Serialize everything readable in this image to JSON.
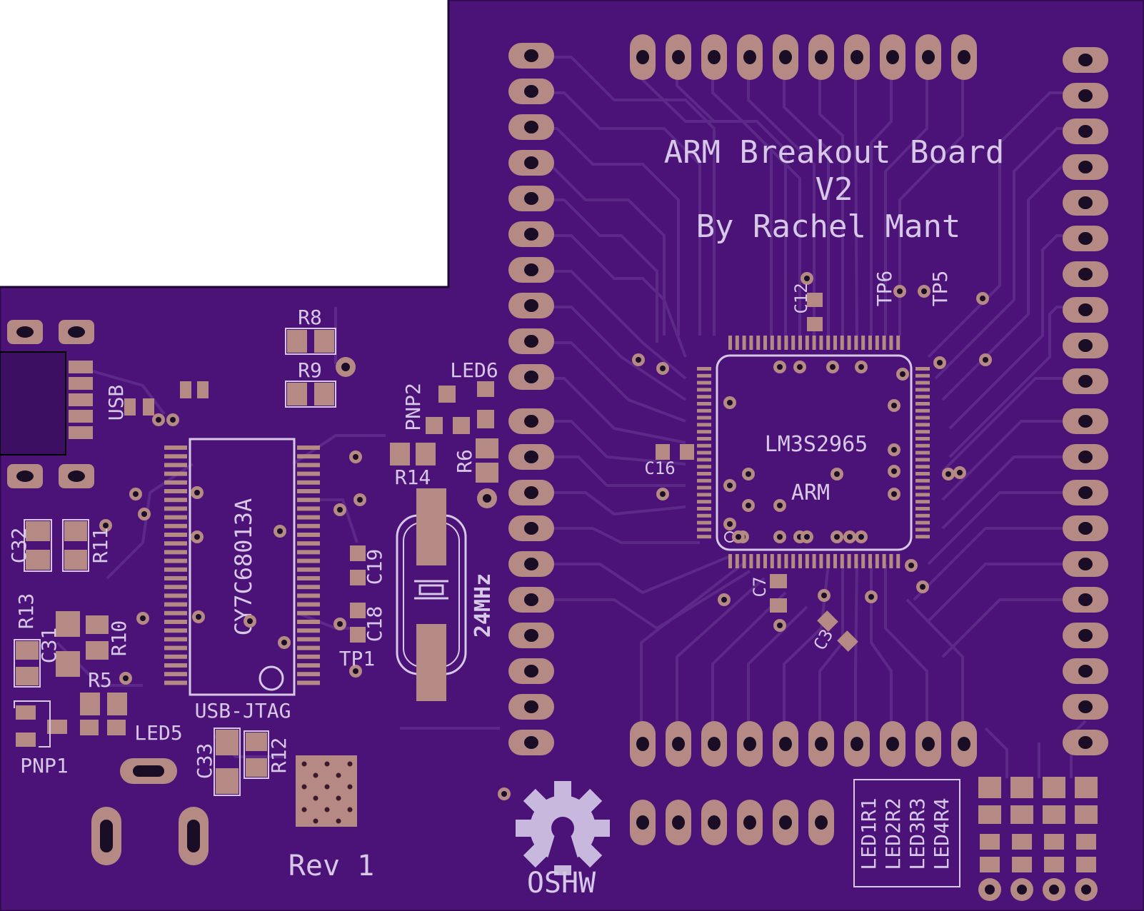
{
  "colors": {
    "background": "#ffffff",
    "board": "#4b1377",
    "board_edge": "#2e0a4c",
    "trace": "#5c2a8a",
    "copper": "#b58a84",
    "silk": "#d6c8e6",
    "drill": "#1a0e26"
  },
  "board": {
    "title_lines": [
      "ARM Breakout Board",
      "V2",
      "By Rachel Mant"
    ],
    "revision": "Rev 1",
    "oshw_label": "OSHW",
    "oshw_icon": "gear-keyhole-icon"
  },
  "chips": {
    "mcu_part": "LM3S2965",
    "mcu_label": "ARM",
    "usb_part": "CY7C68013A",
    "usb_label": "USB-JTAG",
    "crystal_freq": "24MHz"
  },
  "labels": {
    "usb": "USB",
    "r8": "R8",
    "r9": "R9",
    "led6": "LED6",
    "pnp2": "PNP2",
    "r14": "R14",
    "r6": "R6",
    "c32": "C32",
    "r11": "R11",
    "r13": "R13",
    "c31": "C31",
    "r10": "R10",
    "r5": "R5",
    "led5": "LED5",
    "pnp1": "PNP1",
    "c33": "C33",
    "r12": "R12",
    "c19": "C19",
    "c18": "C18",
    "tp1": "TP1",
    "c12": "C12",
    "tp6": "TP6",
    "tp5": "TP5",
    "c16": "C16",
    "c7": "C7",
    "c3": "C3",
    "led_columns": [
      "LED1R1",
      "LED2R2",
      "LED3R3",
      "LED4R4"
    ]
  }
}
